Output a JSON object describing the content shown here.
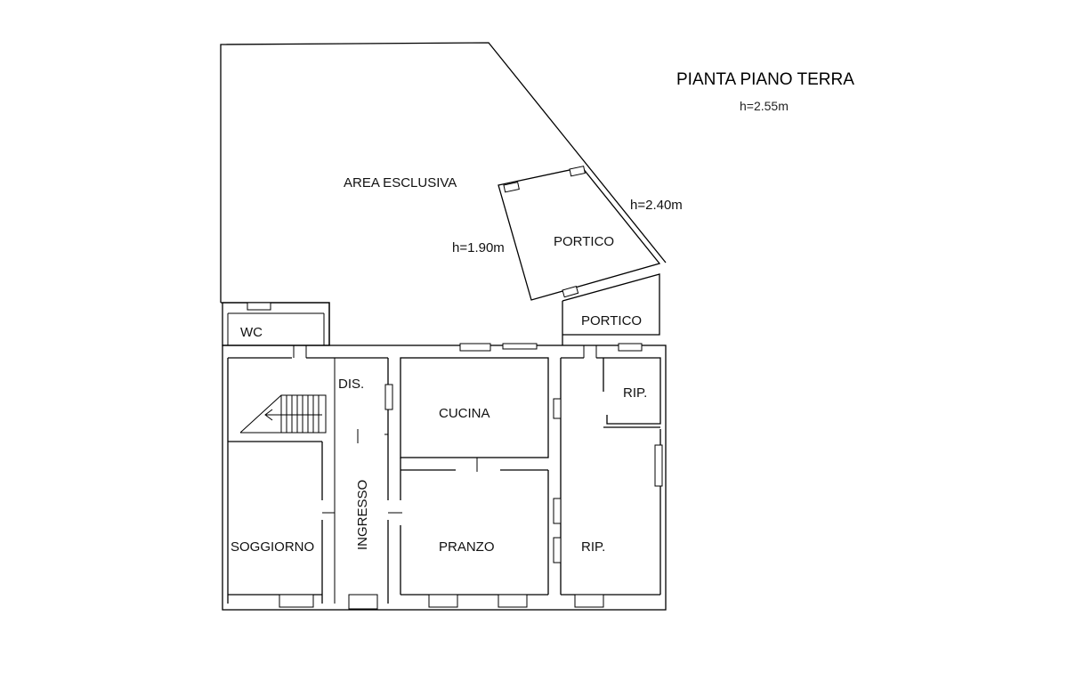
{
  "title": "PIANTA PIANO TERRA",
  "height_note": "h=2.55m",
  "labels": {
    "area_esclusiva": "AREA ESCLUSIVA",
    "portico_upper": "PORTICO",
    "portico_lower": "PORTICO",
    "portico_height_left": "h=1.90m",
    "portico_height_right": "h=2.40m",
    "wc": "WC",
    "dis": "DIS.",
    "cucina": "CUCINA",
    "rip_small": "RIP.",
    "rip_large": "RIP.",
    "soggiorno": "SOGGIORNO",
    "ingresso": "INGRESSO",
    "pranzo": "PRANZO"
  }
}
